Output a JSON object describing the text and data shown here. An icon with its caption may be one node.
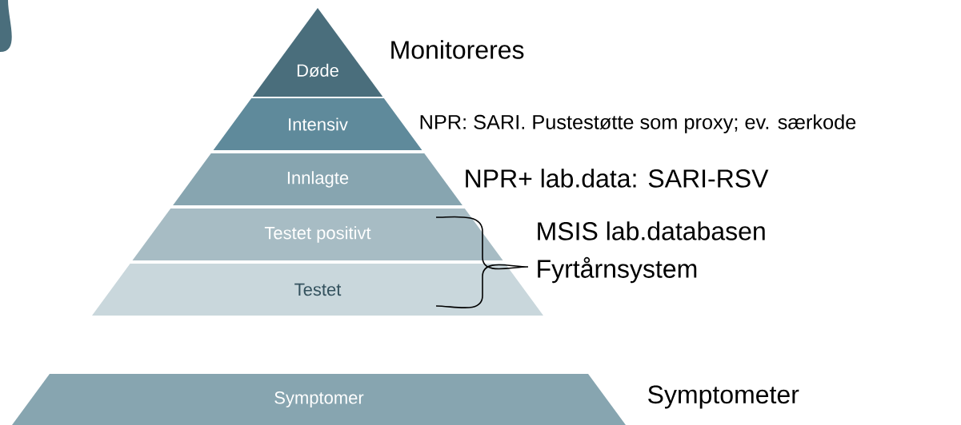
{
  "diagram": {
    "nodes": [
      {
        "text": [
          "Døde"
        ]
      },
      {
        "text": [
          "Intensiv"
        ]
      },
      {
        "text": [
          "Innlagte"
        ]
      },
      {
        "text": [
          "Testet positivt"
        ]
      },
      {
        "text": [
          "Testet"
        ]
      },
      {
        "text": [
          "Symptomer"
        ],
        "beside": [
          "Symptometer"
        ]
      }
    ],
    "labels": [
      "Monitoreres",
      "NPR: SARI. Pustestøtte som proxy; ev. særkode",
      "NPR+ lab.data: SARI-RSV",
      "MSIS lab.databasen",
      "Fyrtårnsystem"
    ]
  }
}
